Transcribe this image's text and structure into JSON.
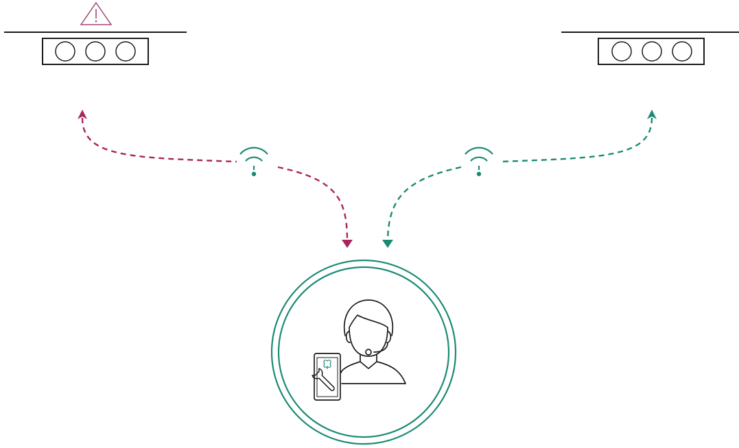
{
  "colors": {
    "alert": "#a8265b",
    "ok": "#1b8a74",
    "line": "#1a1a1a",
    "warning_triangle": "#9c4a73"
  },
  "devices": {
    "left": {
      "status": "warning",
      "indicator_icon": "warning-triangle-icon",
      "lights": 3
    },
    "right": {
      "status": "normal",
      "lights": 3
    }
  },
  "links": {
    "left": {
      "signal": "wifi-icon",
      "color_key": "alert",
      "direction": "bidirectional"
    },
    "right": {
      "signal": "wifi-icon",
      "color_key": "ok",
      "direction": "bidirectional"
    }
  },
  "operator": {
    "icon": "support-agent-icon",
    "headset": "headset-icon",
    "device": "smartphone-icon",
    "device_screen": [
      "logo-icon",
      "wrench-icon"
    ]
  }
}
